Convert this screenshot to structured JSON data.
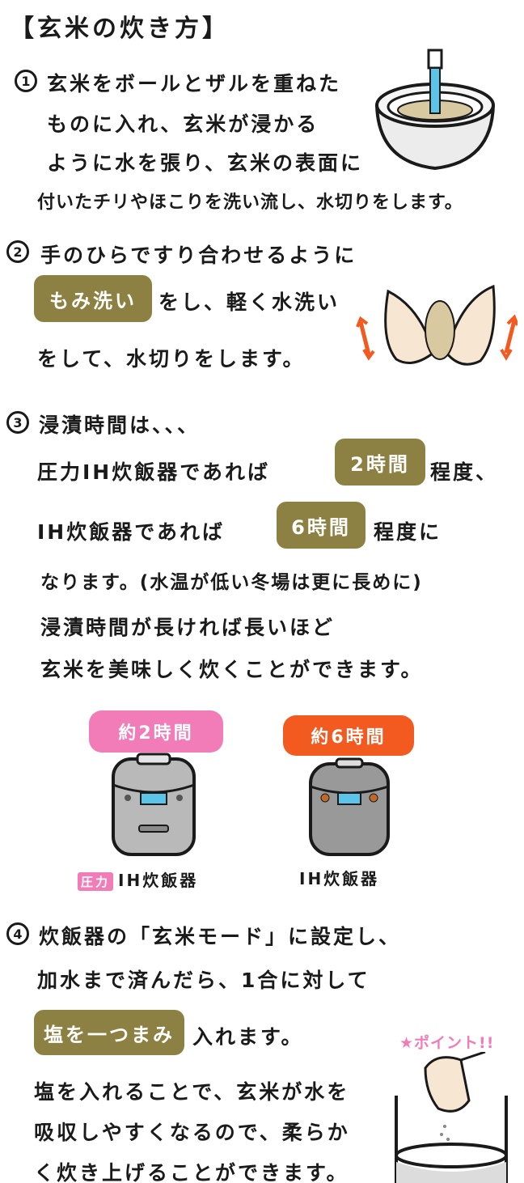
{
  "title": "【玄米の炊き方】",
  "step1": {
    "number": "1",
    "lines": [
      "玄米をボールとザルを重ねた",
      "ものに入れ、玄米が浸かる",
      "ように水を張り、玄米の表面に",
      "付いたチリやほこりを洗い流し、水切りをします。"
    ]
  },
  "step2": {
    "number": "2",
    "line1": "手のひらですり合わせるように",
    "highlight": "もみ洗い",
    "line2_rest": "をし、軽く水洗い",
    "line3": "をして、水切りをします。"
  },
  "step3": {
    "number": "3",
    "line1": "浸漬時間は、、、",
    "line2_pre": "圧力IH炊飯器であれば",
    "highlight1": "2時間",
    "line2_post": "程度、",
    "line3_pre": "IH炊飯器であれば",
    "highlight2": "6時間",
    "line3_post": "程度に",
    "lines_after": [
      "なります。(水温が低い冬場は更に長めに)",
      "浸漬時間が長ければ長いほど",
      "玄米を美味しく炊くことができます。"
    ]
  },
  "cookers": {
    "left_badge": "約2時間",
    "left_tag": "圧力",
    "left_caption": "IH炊飯器",
    "right_badge": "約6時間",
    "right_caption": "IH炊飯器"
  },
  "step4": {
    "number": "4",
    "line1": "炊飯器の「玄米モード」に設定し、",
    "line2": "加水まで済んだら、1合に対して",
    "highlight": "塩を一つまみ",
    "line3_rest": "入れます。",
    "point": "★ポイント!!",
    "lines_after": [
      "塩を入れることで、玄米が水を",
      "吸収しやすくなるので、柔らか",
      "く炊き上げることができます。"
    ]
  },
  "colors": {
    "olive": "#8c8142",
    "pink": "#f27cb8",
    "orange": "#f25a1f",
    "rice": "#d9c9a0"
  }
}
